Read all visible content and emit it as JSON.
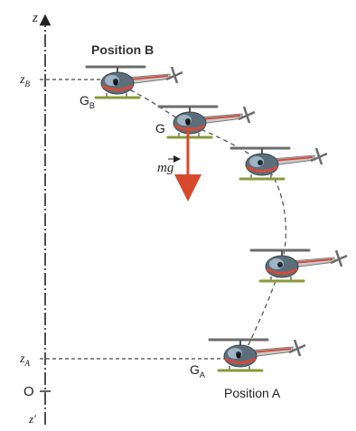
{
  "axis": {
    "top_label": "z",
    "bottom_label": "z'",
    "origin_label": "O"
  },
  "levels": {
    "zB": "z",
    "zB_sub": "B",
    "zA": "z",
    "zA_sub": "A"
  },
  "labels": {
    "position_b": "Position B",
    "position_a": "Position A",
    "gb": "G",
    "gb_sub": "B",
    "ga": "G",
    "ga_sub": "A",
    "g": "G",
    "weight": "mg"
  },
  "colors": {
    "weight_arrow": "#d6492b",
    "helicopter_body": "#5c6e7a",
    "helicopter_stripe": "#d24b3c",
    "skid": "#8a9a3a",
    "rotor": "#6c6c6c"
  }
}
